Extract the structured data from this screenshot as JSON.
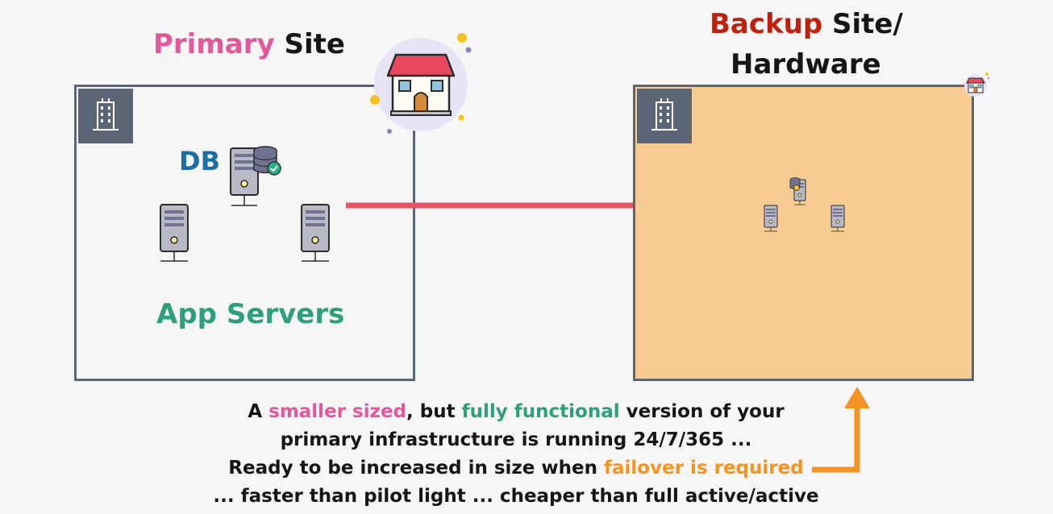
{
  "primary": {
    "title_highlight": "Primary",
    "title_rest": "Site",
    "db_label": "DB",
    "app_label": "App Servers"
  },
  "backup": {
    "title_highlight": "Backup",
    "title_rest": "Site/",
    "title_line2": "Hardware"
  },
  "caption": {
    "l1_a": "A ",
    "l1_b": "smaller sized",
    "l1_c": ", but ",
    "l1_d": "fully functional",
    "l1_e": " version of your",
    "l2": "primary infrastructure is running 24/7/365 ...",
    "l3_a": "Ready to be increased in size when ",
    "l3_b": "failover is required",
    "l4": "... faster than pilot light ... cheaper than full active/active"
  },
  "colors": {
    "pink": "#e4579c",
    "red": "#c0210f",
    "blue": "#1d6fa3",
    "green": "#2e9f7a",
    "orange": "#f39322",
    "arrow": "#e25466",
    "border": "#5b6576",
    "backup_fill": "#f8cb92"
  },
  "icons": [
    "building-icon",
    "house-icon",
    "server-icon",
    "database-icon",
    "arrow-right",
    "arrow-up"
  ]
}
